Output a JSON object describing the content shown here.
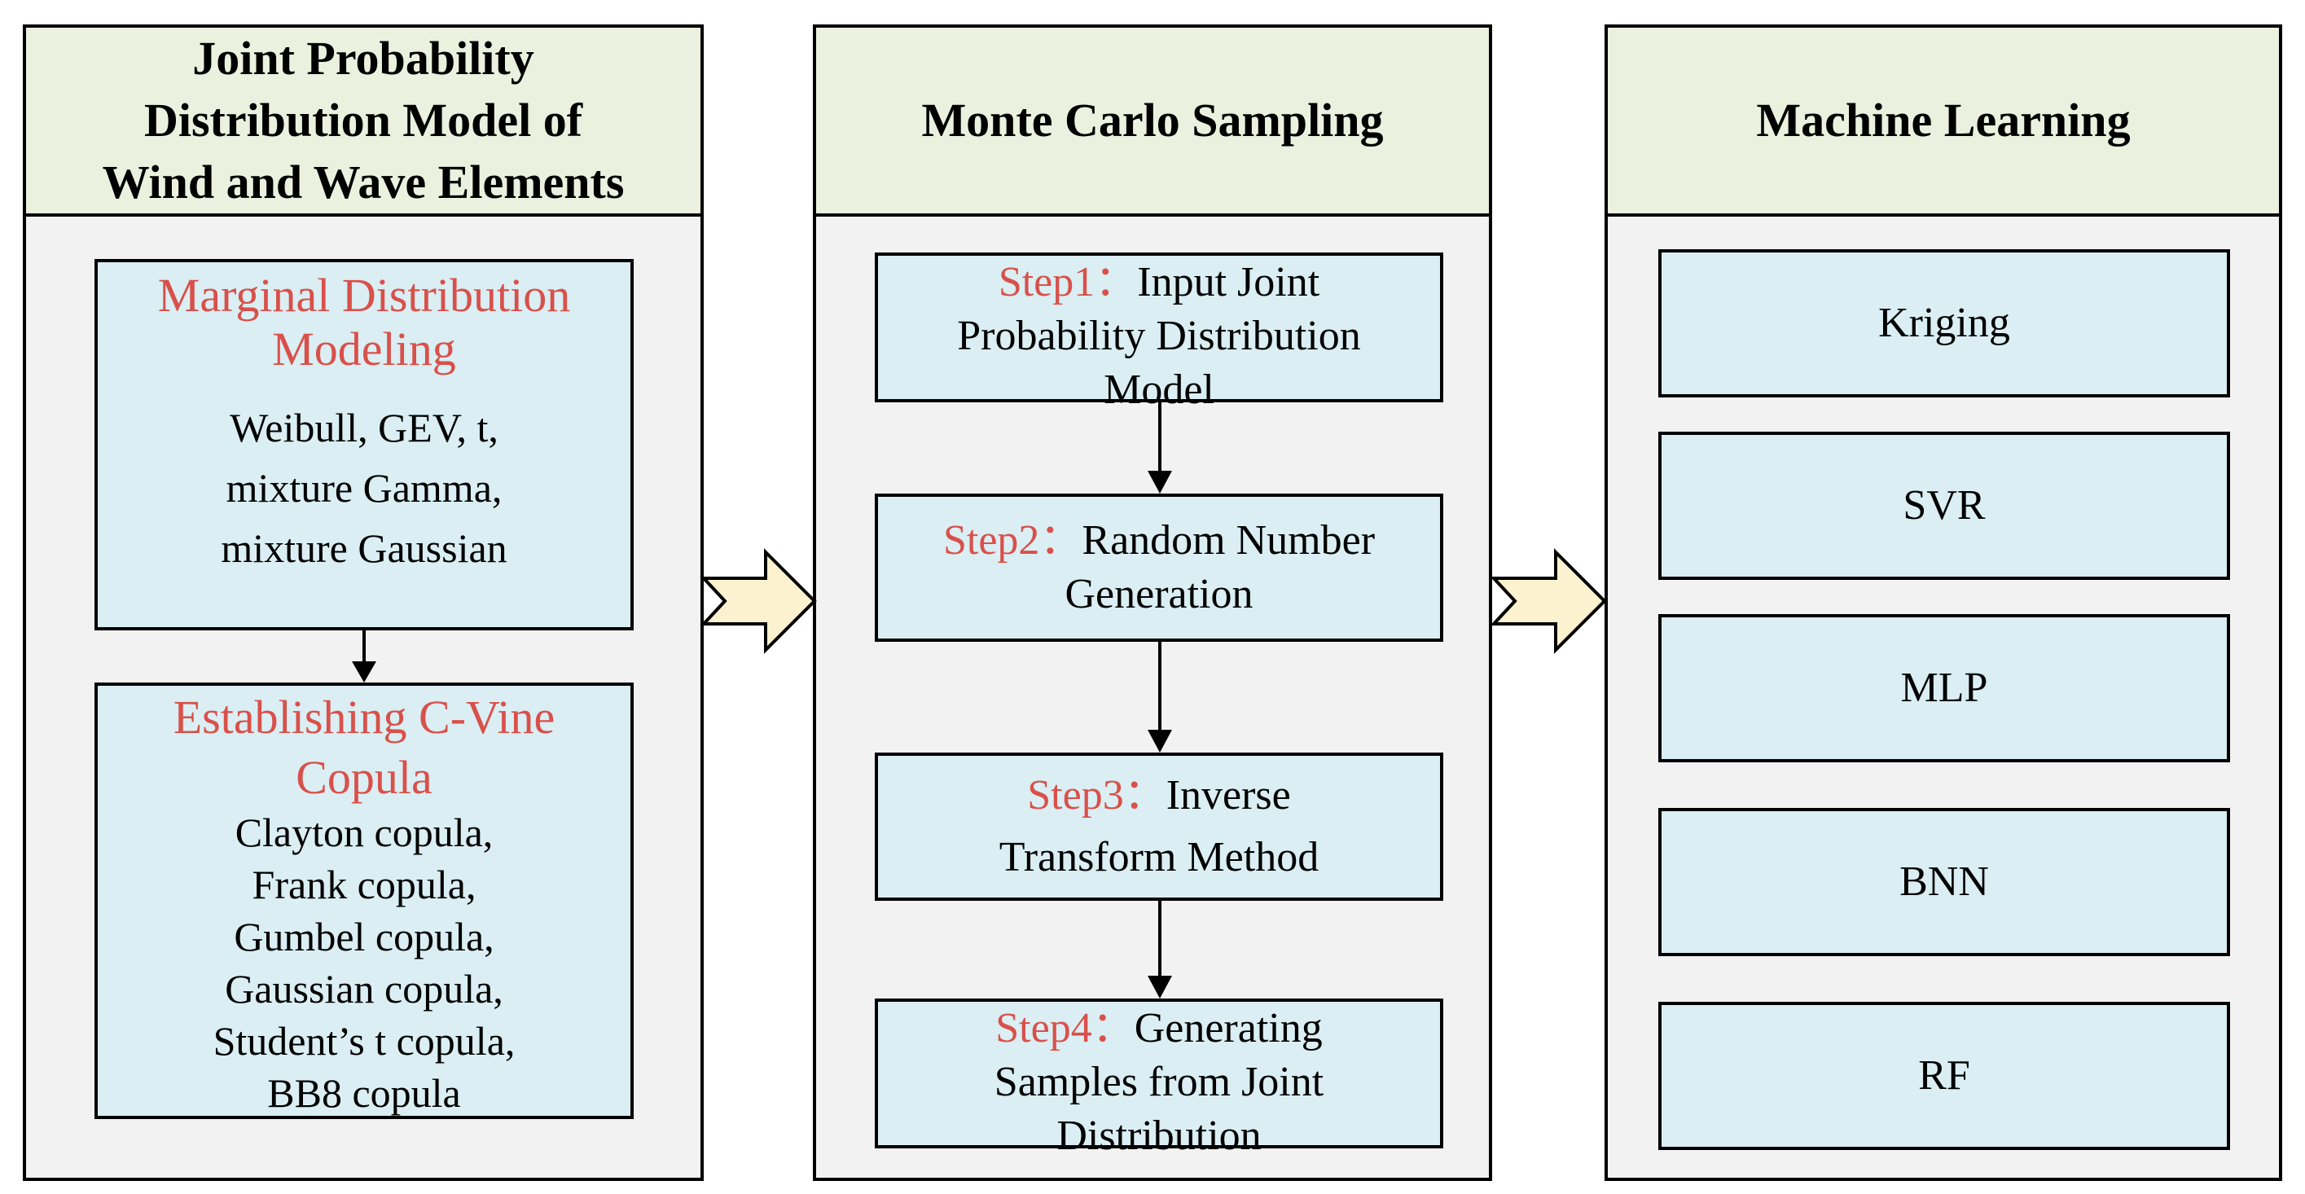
{
  "panels": [
    {
      "title_lines": [
        "Joint Probability",
        "Distribution Model of",
        "Wind and Wave Elements"
      ],
      "boxes": [
        {
          "heading": [
            "Marginal Distribution",
            "Modeling"
          ],
          "items": [
            "Weibull, GEV, t,",
            "mixture Gamma,",
            "mixture Gaussian"
          ]
        },
        {
          "heading": [
            "Establishing C-Vine",
            "Copula"
          ],
          "items": [
            "Clayton copula,",
            "Frank copula,",
            "Gumbel copula,",
            "Gaussian copula,",
            "Student’s t copula,",
            "BB8 copula"
          ]
        }
      ]
    },
    {
      "title_lines": [
        "Monte Carlo Sampling"
      ],
      "steps": [
        {
          "tag": "Step1：",
          "line1": "Input Joint",
          "rest": [
            "Probability Distribution",
            "Model"
          ]
        },
        {
          "tag": "Step2：",
          "line1": "Random Number",
          "rest": [
            "Generation"
          ]
        },
        {
          "tag": "Step3：",
          "line1": "Inverse",
          "rest": [
            "Transform Method"
          ]
        },
        {
          "tag": "Step4：",
          "line1": "Generating",
          "rest": [
            "Samples from Joint",
            "Distribution"
          ]
        }
      ]
    },
    {
      "title_lines": [
        "Machine Learning"
      ],
      "methods": [
        "Kriging",
        "SVR",
        "MLP",
        "BNN",
        "RF"
      ]
    }
  ],
  "colors": {
    "header_fill": "#ebf1de",
    "panel_fill": "#f2f2f2",
    "box_fill": "#daeef3",
    "accent_red": "#d9504a",
    "arrow_fill": "#fdf2cf"
  }
}
